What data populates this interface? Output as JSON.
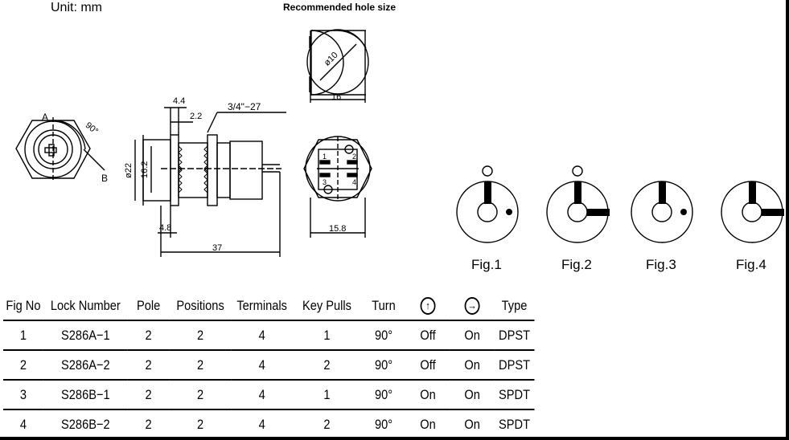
{
  "header": {
    "unit": "Unit: mm",
    "hole_title": "Recommended hole size"
  },
  "drawing": {
    "dim_phi10": "ø10",
    "dim_16": "16",
    "dim_4_4": "4.4",
    "dim_2_2": "2.2",
    "dim_thread": "3/4\"−27",
    "dim_phi22": "ø22",
    "dim_16_2": "16.2",
    "dim_4_8": "4.8",
    "dim_37": "37",
    "dim_15_8": "15.8",
    "label_a": "A",
    "label_b": "B",
    "angle_90": "90°",
    "term_1": "1",
    "term_2": "2",
    "term_3": "3",
    "term_4": "4"
  },
  "figures": [
    "Fig.1",
    "Fig.2",
    "Fig.3",
    "Fig.4"
  ],
  "table": {
    "headers": [
      "Fig No",
      "Lock Number",
      "Pole",
      "Positions",
      "Terminals",
      "Key Pulls",
      "Turn",
      "↑",
      "→",
      "Type"
    ],
    "rows": [
      [
        "1",
        "S286A−1",
        "2",
        "2",
        "4",
        "1",
        "90°",
        "Off",
        "On",
        "DPST"
      ],
      [
        "2",
        "S286A−2",
        "2",
        "2",
        "4",
        "2",
        "90°",
        "Off",
        "On",
        "DPST"
      ],
      [
        "3",
        "S286B−1",
        "2",
        "2",
        "4",
        "1",
        "90°",
        "On",
        "On",
        "SPDT"
      ],
      [
        "4",
        "S286B−2",
        "2",
        "2",
        "4",
        "2",
        "90°",
        "On",
        "On",
        "SPDT"
      ]
    ]
  }
}
